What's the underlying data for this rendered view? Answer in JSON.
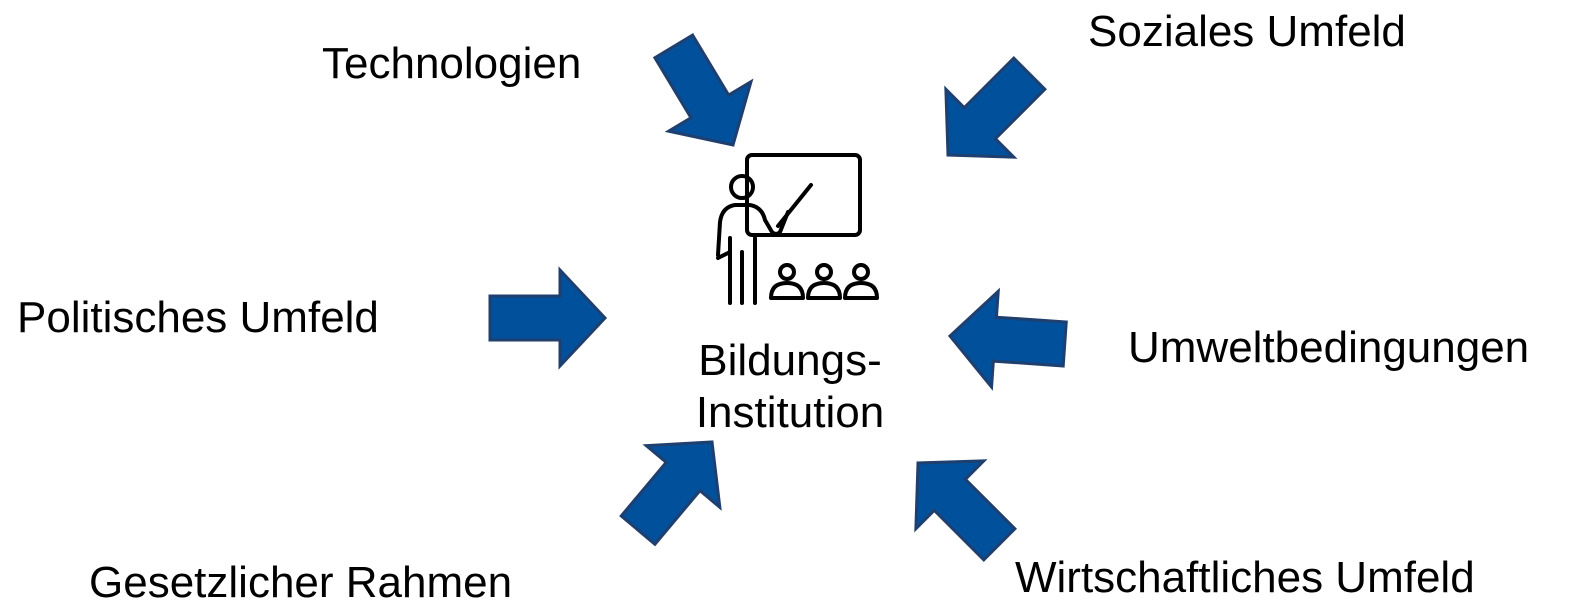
{
  "colors": {
    "arrow_fill": "#00509b",
    "arrow_stroke": "#1f3f6f",
    "icon_stroke": "#000000",
    "text": "#000000"
  },
  "center": {
    "icon": "teacher-presentation-icon",
    "line1": "Bildungs-",
    "line2": "Institution"
  },
  "factors": [
    {
      "label": "Technologien",
      "direction": "from-top-left"
    },
    {
      "label": "Soziales Umfeld",
      "direction": "from-top-right"
    },
    {
      "label": "Politisches Umfeld",
      "direction": "from-left"
    },
    {
      "label": "Umweltbedingungen",
      "direction": "from-right"
    },
    {
      "label": "Gesetzlicher Rahmen",
      "direction": "from-bottom-left"
    },
    {
      "label": "Wirtschaftliches Umfeld",
      "direction": "from-bottom-right"
    }
  ]
}
